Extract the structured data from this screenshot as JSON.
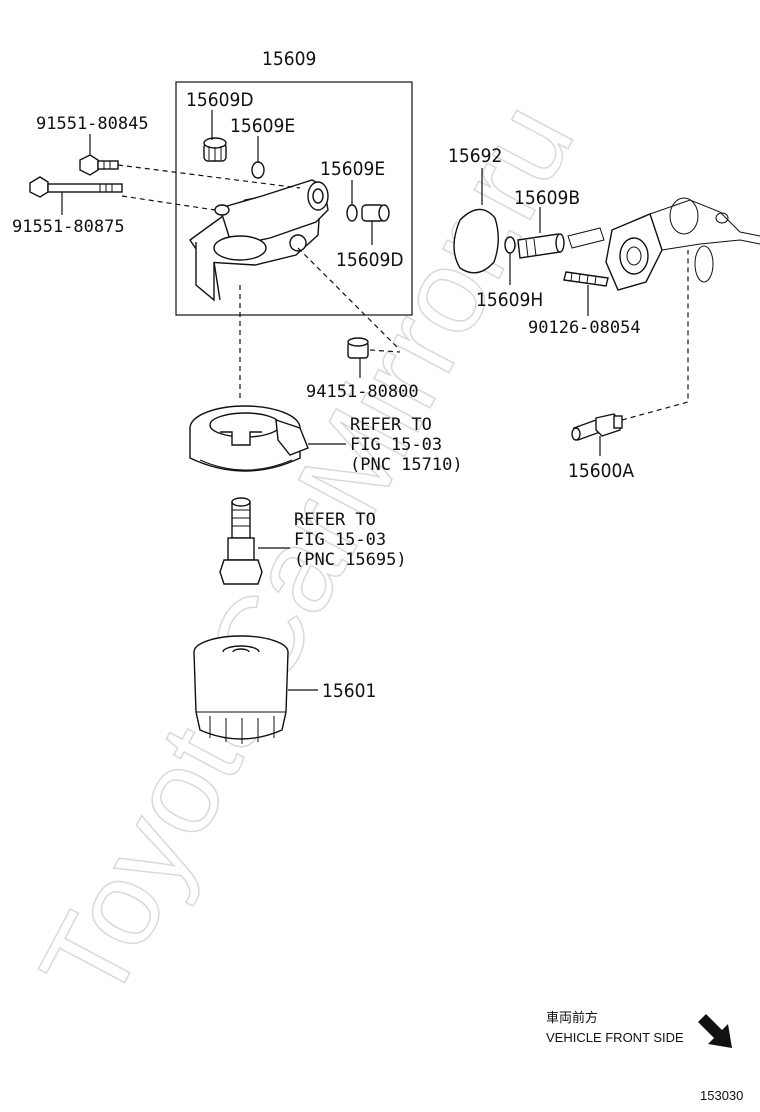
{
  "labels": {
    "p15609": "15609",
    "p15609D_top": "15609D",
    "p15609E_top": "15609E",
    "p15609E_right": "15609E",
    "p15609D_right": "15609D",
    "p91551_80845": "91551-80845",
    "p91551_80875": "91551-80875",
    "p94151_80800": "94151-80800",
    "p15692": "15692",
    "p15609B": "15609B",
    "p15609H": "15609H",
    "p90126_08054": "90126-08054",
    "p15600A": "15600A",
    "p15601": "15601",
    "refer1_line1": "REFER TO",
    "refer1_line2": "FIG 15-03",
    "refer1_line3": "(PNC 15710)",
    "refer2_line1": "REFER TO",
    "refer2_line2": "FIG 15-03",
    "refer2_line3": "(PNC 15695)",
    "front_jp": "車両前方",
    "front_en": "VEHICLE FRONT SIDE",
    "figure_number": "153030"
  },
  "watermark": "ToyotaCarMirror.ru",
  "icons": {
    "front_arrow": "arrow-down-right-icon"
  }
}
